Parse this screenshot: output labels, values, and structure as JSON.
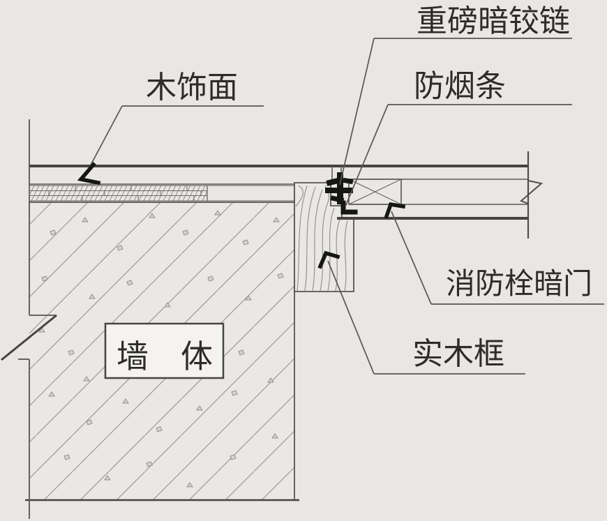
{
  "labels": {
    "wood_veneer": "木饰面",
    "heavy_concealed_hinge": "重磅暗铰链",
    "smoke_seal_strip": "防烟条",
    "fire_hydrant_concealed_door": "消防栓暗门",
    "solid_wood_frame": "实木框",
    "wall_body": "墙　体"
  },
  "colors": {
    "background": "#e9e7e4",
    "line": "#5b5a57",
    "line_dark": "#454442",
    "text": "#2d2c2a",
    "solid_black": "#161614",
    "label_box_fill": "#f4f3f1"
  }
}
